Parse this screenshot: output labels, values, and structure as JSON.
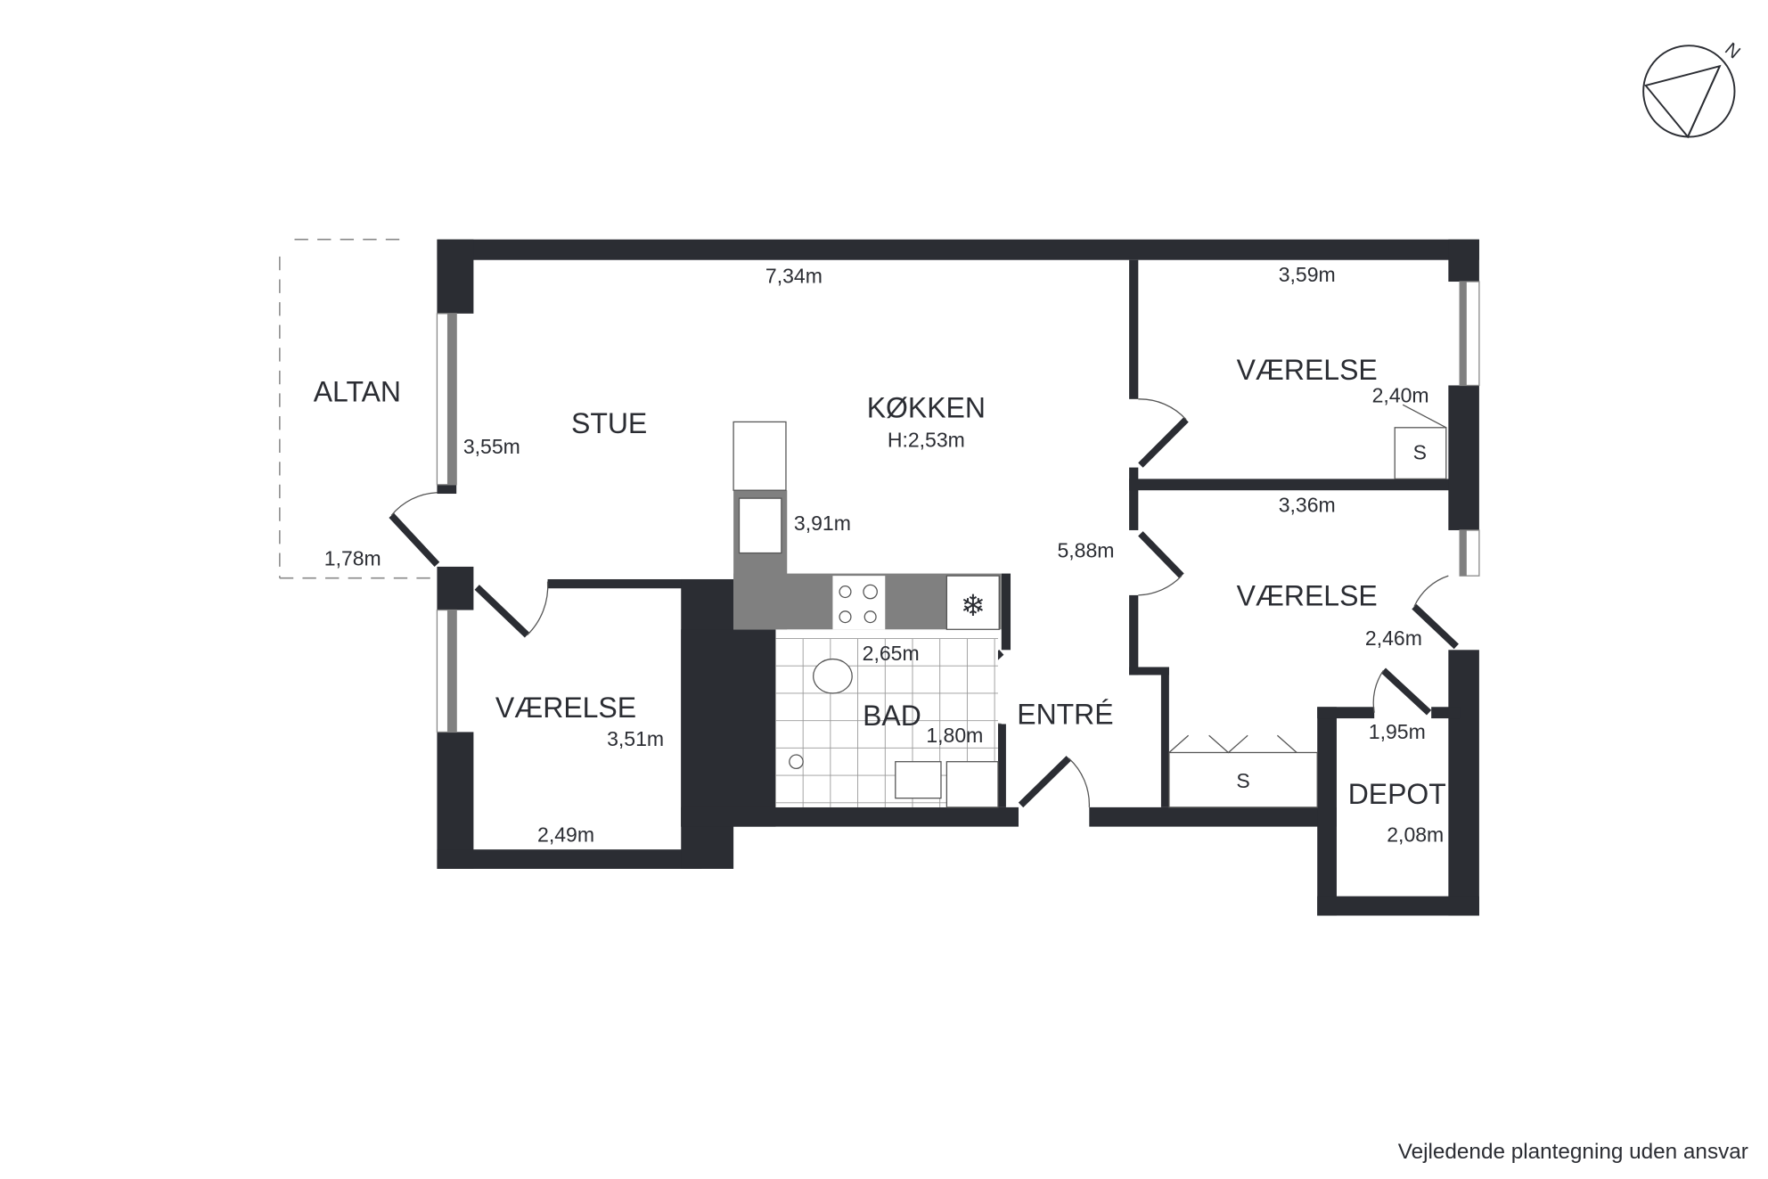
{
  "rooms": {
    "altan": "ALTAN",
    "stue": "STUE",
    "kokken": "KØKKEN",
    "kokken_height": "H:2,53m",
    "vaerelse_top_right": "VÆRELSE",
    "vaerelse_mid_right": "VÆRELSE",
    "vaerelse_left": "VÆRELSE",
    "bad": "BAD",
    "entre": "ENTRÉ",
    "depot": "DEPOT",
    "storage_1": "S",
    "storage_2": "S"
  },
  "dimensions": {
    "stue_width": "7,34m",
    "stue_depth": "3,55m",
    "altan_width": "1,78m",
    "kitchen_length": "3,91m",
    "hall_length": "5,88m",
    "vaerelse_top_width": "3,59m",
    "vaerelse_top_depth": "2,40m",
    "vaerelse_mid_width": "3,36m",
    "vaerelse_mid_depth": "2,46m",
    "vaerelse_left_depth": "3,51m",
    "vaerelse_left_width": "2,49m",
    "bad_width": "2,65m",
    "bad_depth": "1,80m",
    "depot_width": "1,95m",
    "depot_depth": "2,08m"
  },
  "compass": {
    "label": "N"
  },
  "footer": {
    "disclaimer": "Vejledende plantegning uden ansvar"
  },
  "colors": {
    "wall": "#2b2d33",
    "counter": "#808080"
  }
}
